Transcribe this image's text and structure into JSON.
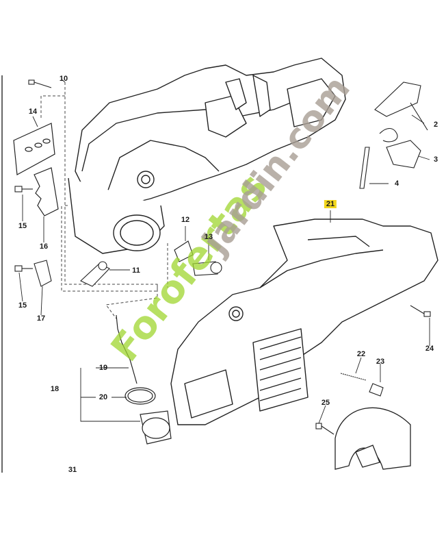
{
  "diagram": {
    "part_labels": [
      "10",
      "14",
      "2",
      "3",
      "4",
      "21",
      "15",
      "16",
      "12",
      "13",
      "11",
      "17",
      "24",
      "22",
      "23",
      "19",
      "18",
      "20",
      "25",
      "31"
    ],
    "highlighted_label": "21"
  },
  "watermark": {
    "text_a": "Forofertas",
    "text_b": "jardin",
    "text_c": ".com",
    "color_green": "#9fd62f",
    "color_gray": "#a89e94"
  },
  "colors": {
    "line": "#2a2a2a",
    "highlight": "#f2d71c"
  }
}
